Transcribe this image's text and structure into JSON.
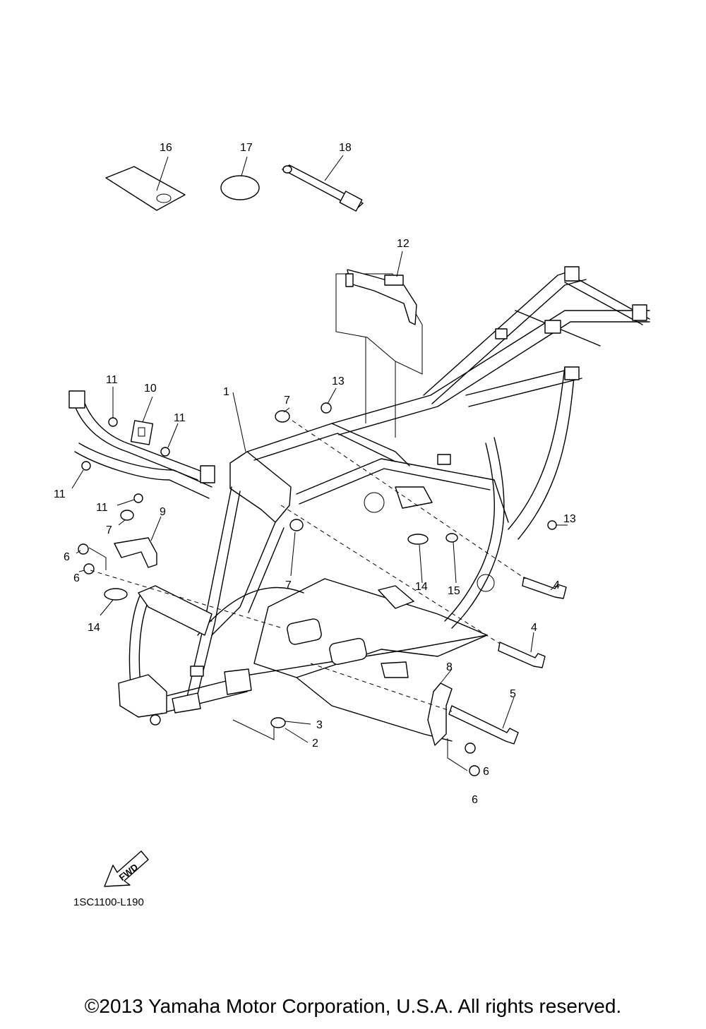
{
  "diagram_code": "1SC1100-L190",
  "copyright": "©2013 Yamaha Motor Corporation, U.S.A. All rights reserved.",
  "fwd_label": "FWD",
  "callouts": [
    "1",
    "2",
    "3",
    "4",
    "4",
    "5",
    "6",
    "6",
    "6",
    "6",
    "7",
    "7",
    "7",
    "8",
    "9",
    "10",
    "11",
    "11",
    "11",
    "11",
    "12",
    "13",
    "13",
    "14",
    "14",
    "15",
    "16",
    "17",
    "18"
  ]
}
